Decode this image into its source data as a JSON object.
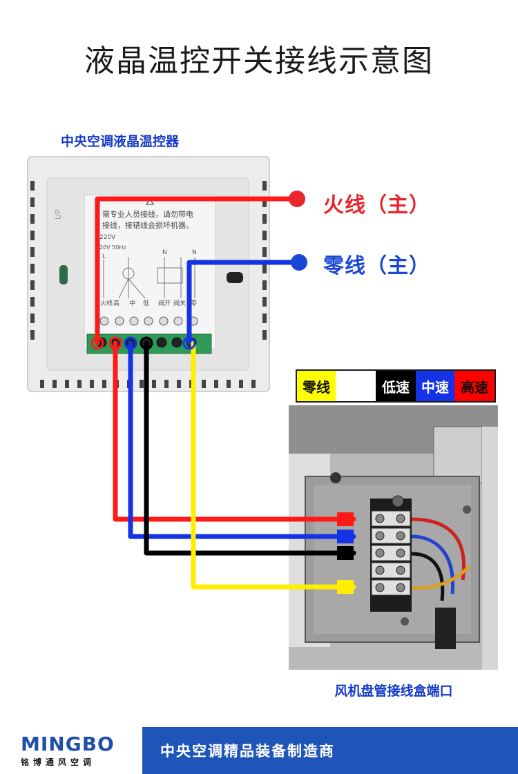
{
  "title": "液晶温控开关接线示意图",
  "thermostat": {
    "caption": "中央空调液晶温控器",
    "warning_line1": "需专业人员接线，请勿带电",
    "warning_line2": "接线，接错线会损坏机器。",
    "voltage": "220V",
    "freq": "20V 50Hz",
    "side_text": "UP",
    "terminals": [
      "火线",
      "高",
      "中",
      "低",
      "阀开",
      "阀关",
      "零"
    ],
    "n_labels": [
      "N",
      "N"
    ],
    "l_label": "L"
  },
  "wire_labels": {
    "live": "火线（主）",
    "neutral": "零线（主）"
  },
  "legend": {
    "neutral": "零线",
    "low": "低速",
    "mid": "中速",
    "high": "高速"
  },
  "fcu": {
    "caption": "风机盘管接线盒端口"
  },
  "colors": {
    "live_red": "#ff1a1a",
    "neutral_blue": "#1432e6",
    "low_black": "#000000",
    "neutral_yellow": "#ffee00",
    "brand_blue": "#1f54b8",
    "caption_blue": "#1439c8"
  },
  "footer": {
    "logo": "MINGBO",
    "logo_sub": "铭博通风空调",
    "slogan": "中央空调精品装备制造商"
  }
}
